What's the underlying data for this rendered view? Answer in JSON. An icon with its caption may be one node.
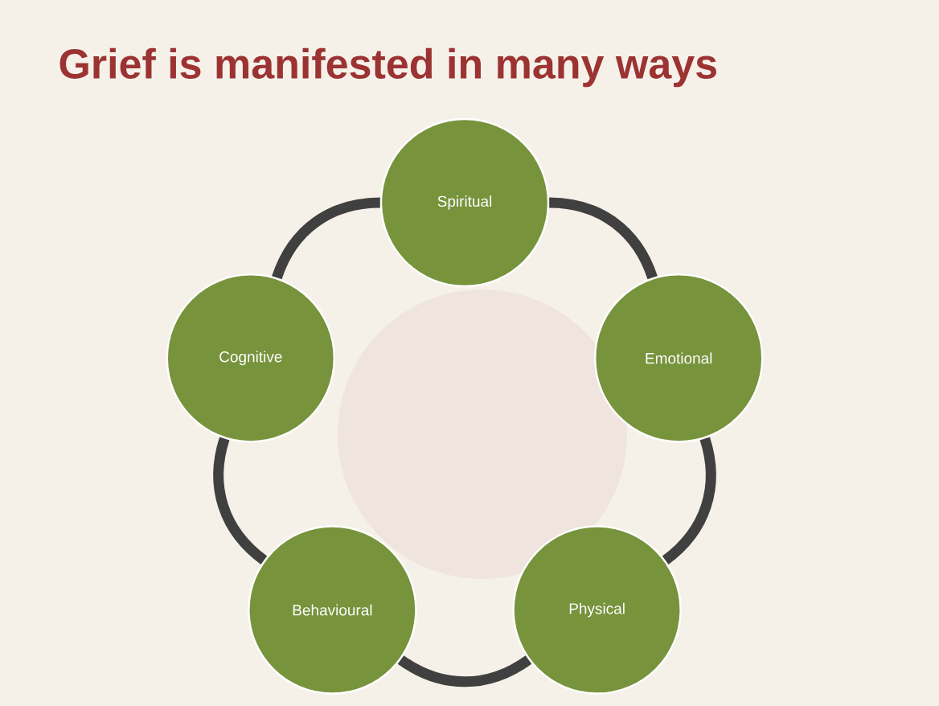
{
  "diagram": {
    "title": "Grief is manifested in many ways",
    "nodes": [
      {
        "text": [
          "Spiritual"
        ]
      },
      {
        "text": [
          "Cognitive"
        ]
      },
      {
        "text": [
          "Emotional"
        ]
      },
      {
        "text": [
          "Behavioural"
        ]
      },
      {
        "text": [
          "Physical"
        ]
      }
    ],
    "edges": [
      {
        "from": 0,
        "to": 2,
        "arrow": "none"
      },
      {
        "from": 2,
        "to": 4,
        "arrow": "none"
      },
      {
        "from": 4,
        "to": 3,
        "arrow": "none"
      },
      {
        "from": 3,
        "to": 1,
        "arrow": "none"
      },
      {
        "from": 1,
        "to": 0,
        "arrow": "none"
      }
    ]
  }
}
